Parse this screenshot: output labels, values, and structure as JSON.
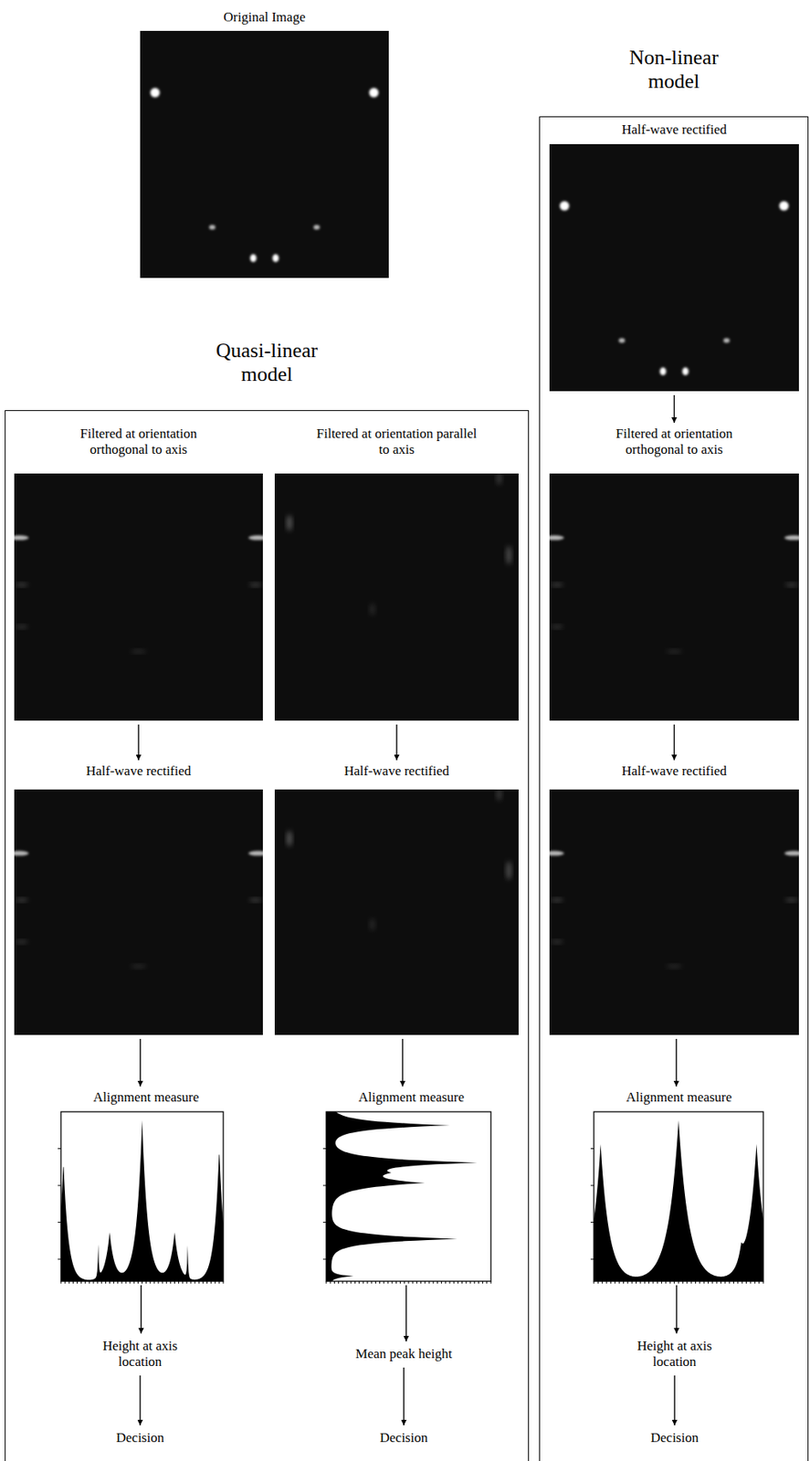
{
  "diagram": {
    "nodes": [
      {
        "text": [
          "Original Image"
        ]
      },
      {
        "text": [
          "Non-linear model"
        ]
      },
      {
        "text": [
          "Half-wave rectified"
        ],
        "in": 1
      },
      {
        "text": [
          "Filtered at orientation orthogonal to axis"
        ],
        "in": 1
      },
      {
        "text": [
          "Half-wave rectified"
        ],
        "in": 1
      },
      {
        "text": [
          "Alignment measure"
        ],
        "in": 1
      },
      {
        "text": [
          "Height at axis location"
        ],
        "in": 1
      },
      {
        "text": [
          "Decision"
        ],
        "in": 1
      },
      {
        "text": [
          "Quasi-linear model"
        ]
      },
      {
        "text": [
          "Filtered at orientation orthogonal to axis"
        ],
        "in": 8
      },
      {
        "text": [
          "Filtered at orientation parallel to axis"
        ],
        "in": 8
      },
      {
        "text": [
          "Half-wave rectified"
        ],
        "in": 8
      },
      {
        "text": [
          "Half-wave rectified"
        ],
        "in": 8
      },
      {
        "text": [
          "Alignment measure"
        ],
        "in": 8
      },
      {
        "text": [
          "Alignment measure"
        ],
        "in": 8
      },
      {
        "text": [
          "Height at axis location"
        ],
        "in": 8
      },
      {
        "text": [
          "Mean peak height"
        ],
        "in": 8
      },
      {
        "text": [
          "Decision"
        ],
        "in": 8
      },
      {
        "text": [
          "Decision"
        ],
        "in": 8
      }
    ],
    "edges": [
      {
        "from": 2,
        "to": 3,
        "arrow": "to"
      },
      {
        "from": 3,
        "to": 4,
        "arrow": "to"
      },
      {
        "from": 4,
        "to": 5,
        "arrow": "to"
      },
      {
        "from": 5,
        "to": 6,
        "arrow": "to"
      },
      {
        "from": 6,
        "to": 7,
        "arrow": "to"
      },
      {
        "from": 9,
        "to": 11,
        "arrow": "to"
      },
      {
        "from": 11,
        "to": 13,
        "arrow": "to"
      },
      {
        "from": 13,
        "to": 15,
        "arrow": "to"
      },
      {
        "from": 15,
        "to": 17,
        "arrow": "to"
      },
      {
        "from": 10,
        "to": 12,
        "arrow": "to"
      },
      {
        "from": 12,
        "to": 14,
        "arrow": "to"
      },
      {
        "from": 14,
        "to": 16,
        "arrow": "to"
      },
      {
        "from": 16,
        "to": 18,
        "arrow": "to"
      }
    ]
  }
}
